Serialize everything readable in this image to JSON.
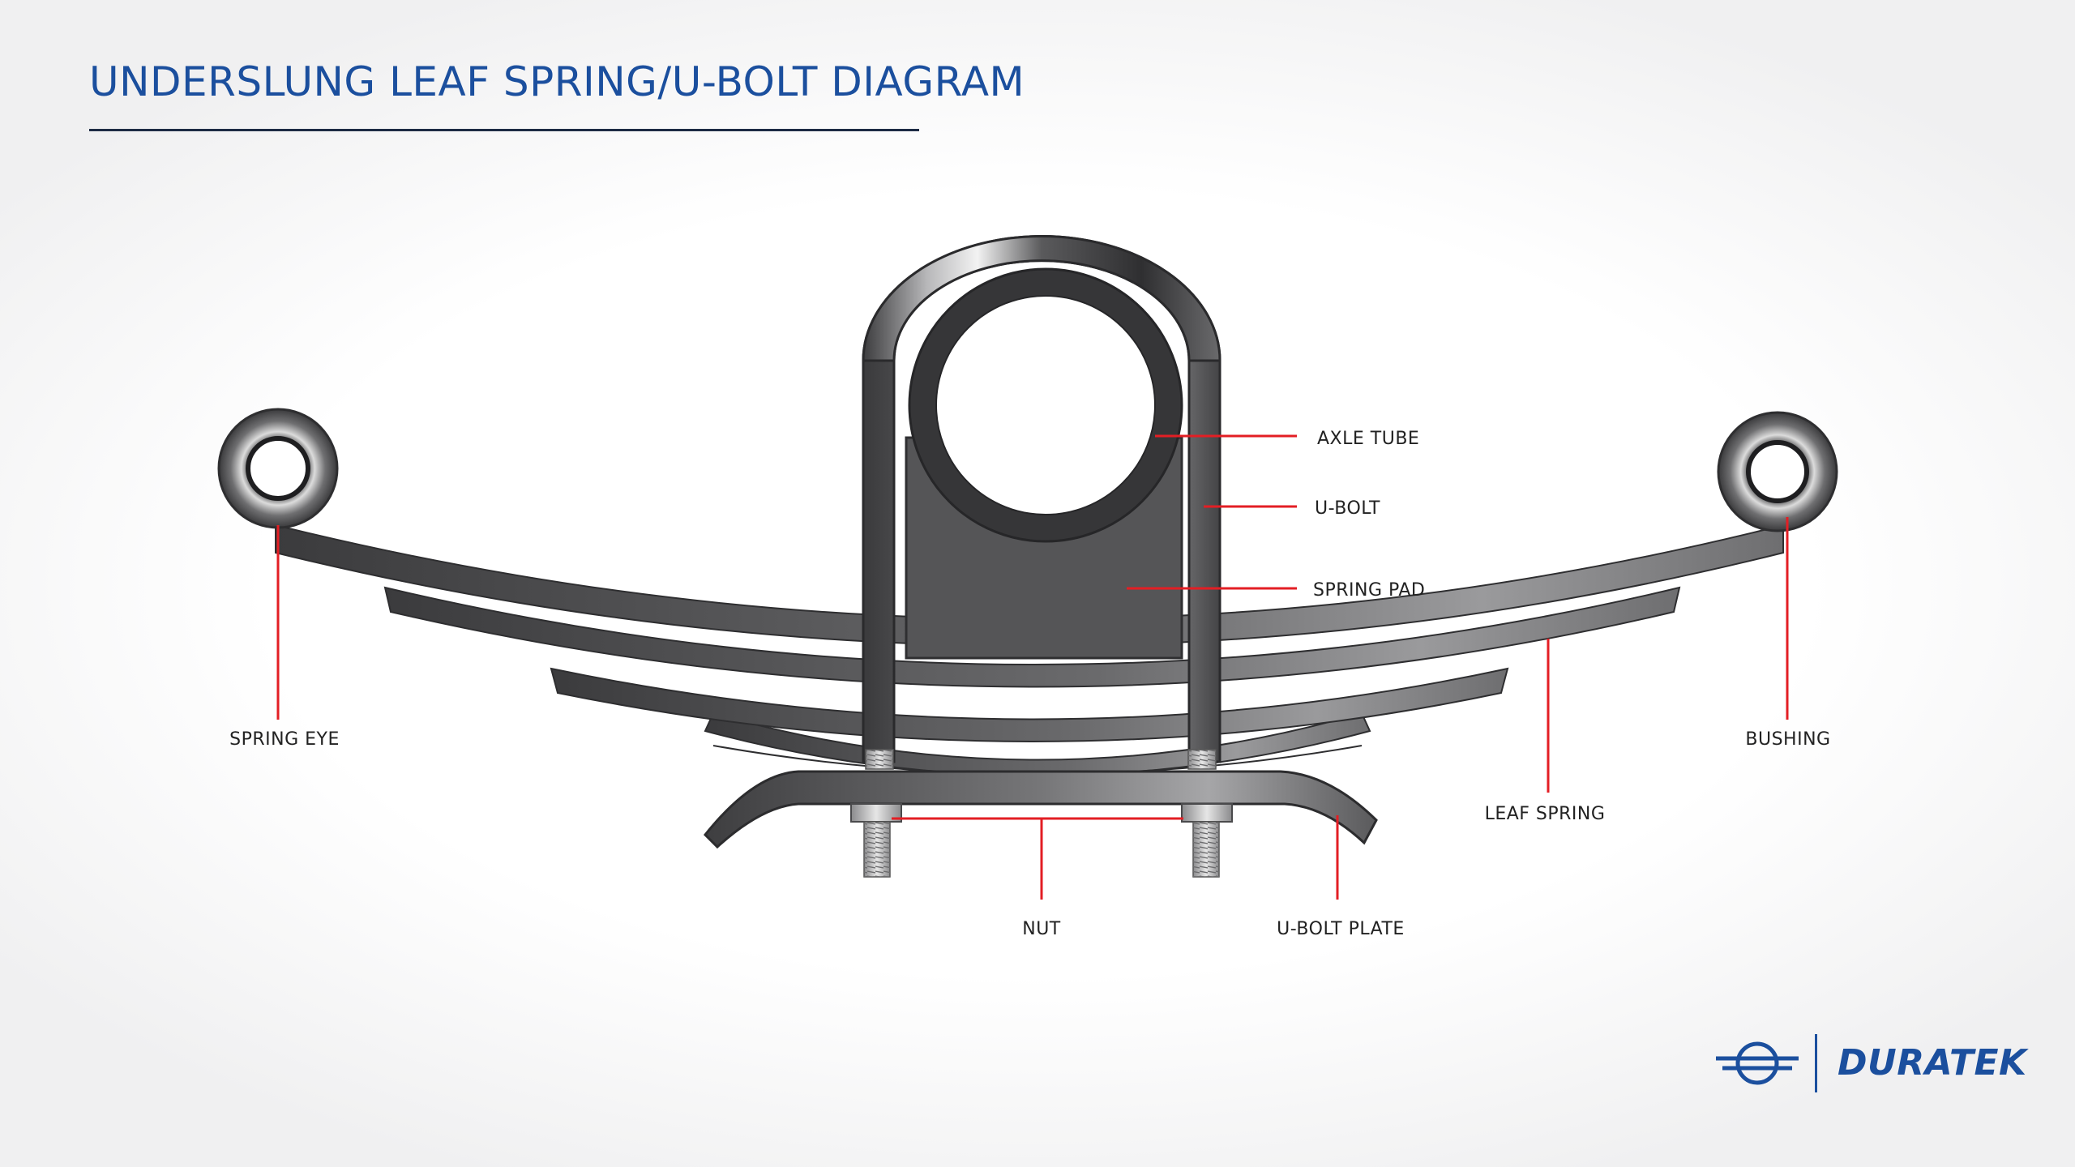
{
  "title": "UNDERSLUNG LEAF SPRING/U-BOLT DIAGRAM",
  "labels": {
    "axle_tube": "AXLE TUBE",
    "u_bolt": "U-BOLT",
    "spring_pad": "SPRING PAD",
    "spring_eye": "SPRING EYE",
    "bushing": "BUSHING",
    "leaf_spring": "LEAF SPRING",
    "nut": "NUT",
    "u_bolt_plate": "U-BOLT PLATE"
  },
  "brand": {
    "name": "DURATEK",
    "color": "#1b4f9e"
  },
  "colors": {
    "leader": "#e31e24",
    "title": "#1b4f9e",
    "rule": "#1d2b44"
  }
}
